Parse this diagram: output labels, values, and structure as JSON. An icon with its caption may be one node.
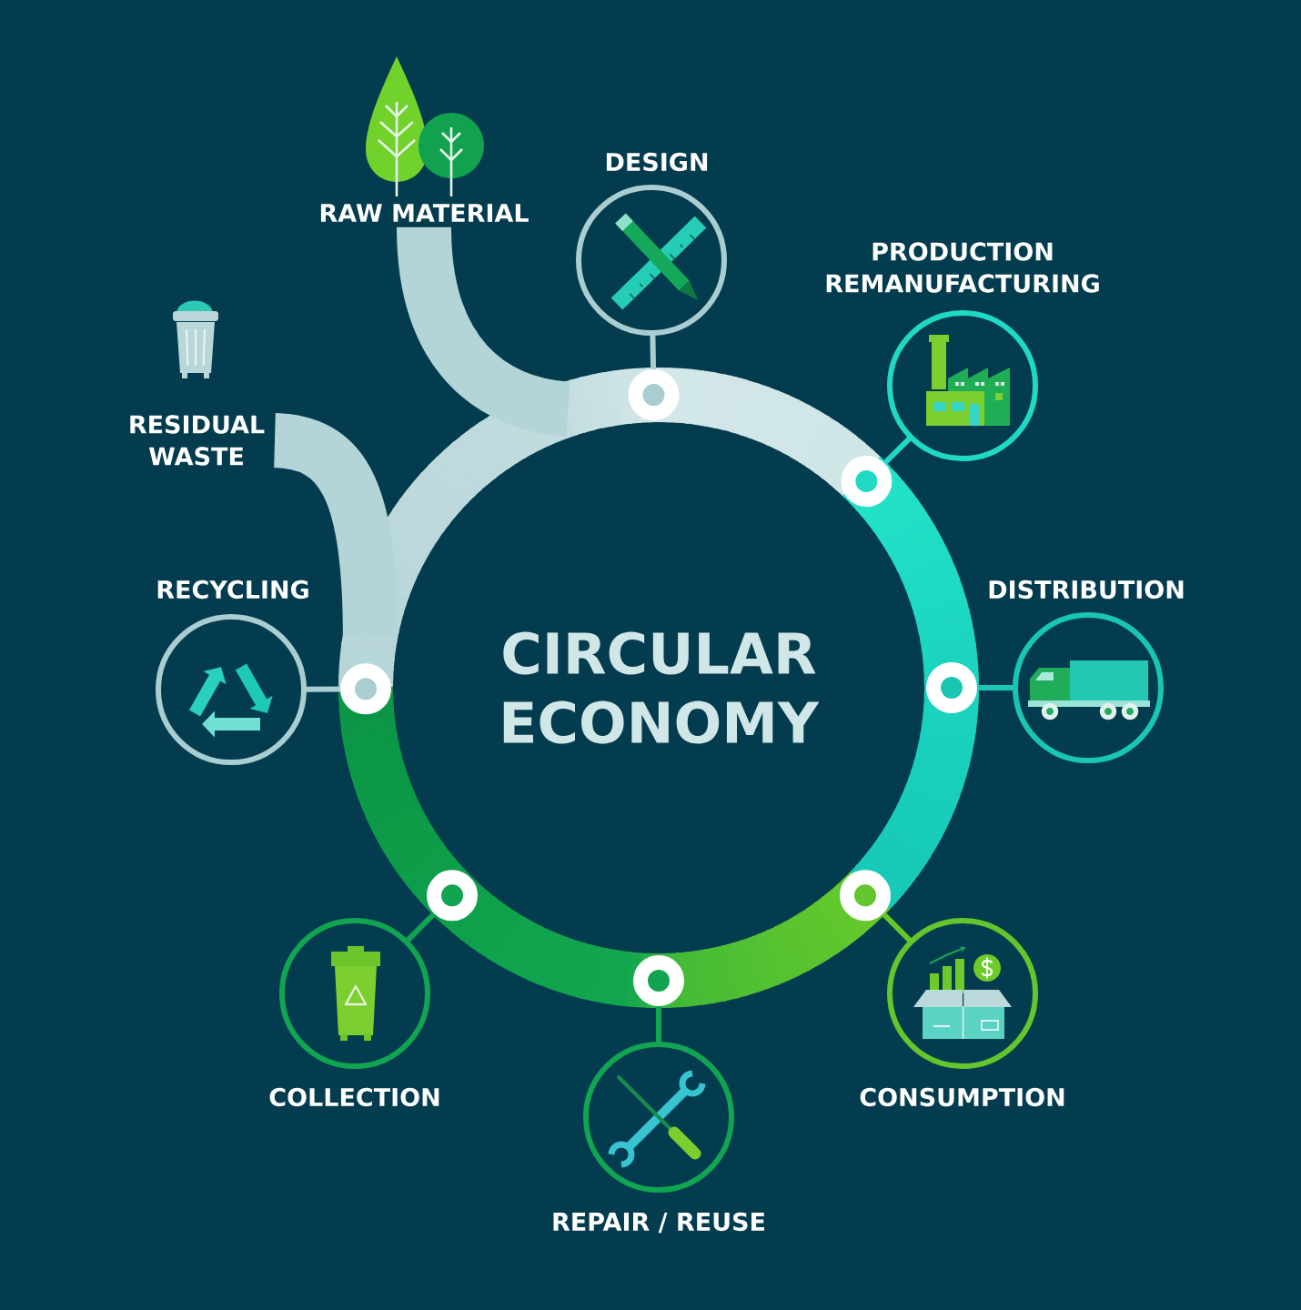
{
  "diagram": {
    "nodes": [
      {
        "text": [
          "RAW MATERIAL"
        ]
      },
      {
        "text": [
          "DESIGN"
        ]
      },
      {
        "text": [
          "PRODUCTION REMANUFACTURING"
        ]
      },
      {
        "text": [
          "RESIDUAL WASTE"
        ]
      },
      {
        "text": [
          "RECYCLING"
        ]
      },
      {
        "text": [
          "CIRCULAR ECONOMY"
        ]
      },
      {
        "text": [
          "DISTRIBUTION"
        ]
      },
      {
        "text": [
          "COLLECTION"
        ]
      },
      {
        "text": [
          "CONSUMPTION"
        ]
      },
      {
        "text": [
          "REPAIR / REUSE"
        ]
      }
    ],
    "edges": [
      {
        "from": 0,
        "to": 5,
        "arrow": "none",
        "style": "thick",
        "color": "#b4d5d7"
      },
      {
        "from": 1,
        "to": 5,
        "arrow": "other",
        "color": "#a9cdd0"
      },
      {
        "from": 2,
        "to": 5,
        "arrow": "other",
        "color": "#1fd9c5"
      },
      {
        "from": 5,
        "to": 3,
        "arrow": "none",
        "style": "thick",
        "color": "#b4d5d7"
      },
      {
        "from": 4,
        "to": 5,
        "arrow": "other",
        "color": "#a9cdd0"
      },
      {
        "from": 6,
        "to": 5,
        "arrow": "other",
        "color": "#19c6b4"
      },
      {
        "from": 7,
        "to": 5,
        "arrow": "other",
        "color": "#11a552"
      },
      {
        "from": 8,
        "to": 5,
        "arrow": "other",
        "color": "#62c62c"
      },
      {
        "from": 9,
        "to": 5,
        "arrow": "other",
        "color": "#11a552"
      }
    ]
  }
}
